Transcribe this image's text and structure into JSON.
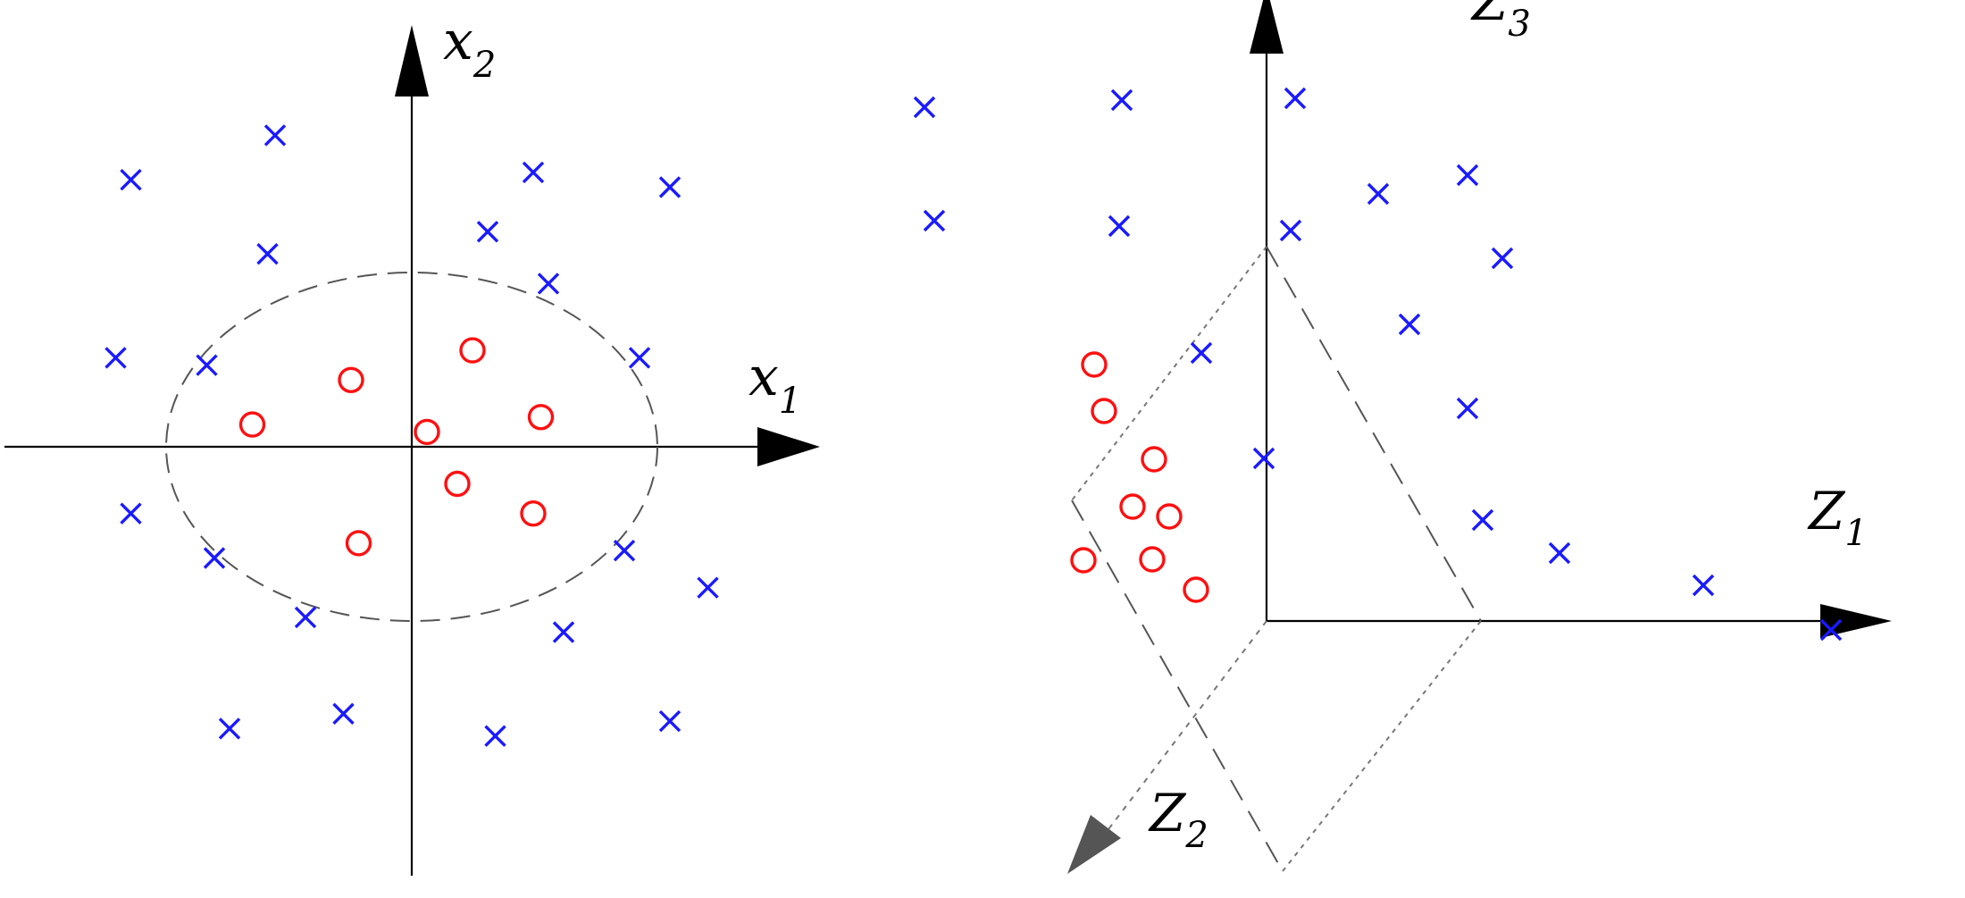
{
  "colors": {
    "cross": "#1a1aff",
    "circle": "#ff1010",
    "axis": "#000000",
    "boundary": "#555555"
  },
  "left_panel": {
    "axis_x": {
      "symbol": "x",
      "sub": "1"
    },
    "axis_y": {
      "symbol": "x",
      "sub": "2"
    },
    "boundary": "dashed-ellipse",
    "crosses": [
      [
        -3.7,
        3.6
      ],
      [
        -1.8,
        4.2
      ],
      [
        1.6,
        3.7
      ],
      [
        3.4,
        3.5
      ],
      [
        1.0,
        2.9
      ],
      [
        -1.9,
        2.6
      ],
      [
        1.8,
        2.2
      ],
      [
        -3.9,
        1.2
      ],
      [
        -2.7,
        1.1
      ],
      [
        3.0,
        1.2
      ],
      [
        -3.7,
        -0.9
      ],
      [
        -2.6,
        -1.5
      ],
      [
        2.8,
        -1.4
      ],
      [
        3.9,
        -1.9
      ],
      [
        -1.4,
        -2.3
      ],
      [
        2.0,
        -2.5
      ],
      [
        -2.4,
        -3.8
      ],
      [
        -0.9,
        -3.6
      ],
      [
        1.1,
        -3.9
      ],
      [
        3.4,
        -3.7
      ]
    ],
    "circles": [
      [
        0.8,
        1.3
      ],
      [
        -0.8,
        0.9
      ],
      [
        -2.1,
        0.3
      ],
      [
        0.2,
        0.2
      ],
      [
        1.7,
        0.4
      ],
      [
        0.6,
        -0.5
      ],
      [
        1.6,
        -0.9
      ],
      [
        -0.7,
        -1.3
      ]
    ]
  },
  "right_panel": {
    "axis_z1": {
      "symbol": "Z",
      "sub": "1"
    },
    "axis_z2": {
      "symbol": "Z",
      "sub": "2"
    },
    "axis_z3": {
      "symbol": "Z",
      "sub": "3"
    },
    "boundary": "plane",
    "crosses": [
      [
        1035,
        120
      ],
      [
        1256,
        112
      ],
      [
        1450,
        110
      ],
      [
        1643,
        196
      ],
      [
        1046,
        247
      ],
      [
        1253,
        253
      ],
      [
        1445,
        258
      ],
      [
        1543,
        217
      ],
      [
        1682,
        289
      ],
      [
        1578,
        363
      ],
      [
        1345,
        395
      ],
      [
        1643,
        457
      ],
      [
        1415,
        513
      ],
      [
        1660,
        582
      ],
      [
        1746,
        619
      ],
      [
        1907,
        655
      ],
      [
        2050,
        705
      ]
    ],
    "circles": [
      [
        1225,
        408
      ],
      [
        1236,
        460
      ],
      [
        1292,
        514
      ],
      [
        1268,
        567
      ],
      [
        1309,
        578
      ],
      [
        1213,
        627
      ],
      [
        1290,
        626
      ],
      [
        1339,
        660
      ]
    ]
  }
}
